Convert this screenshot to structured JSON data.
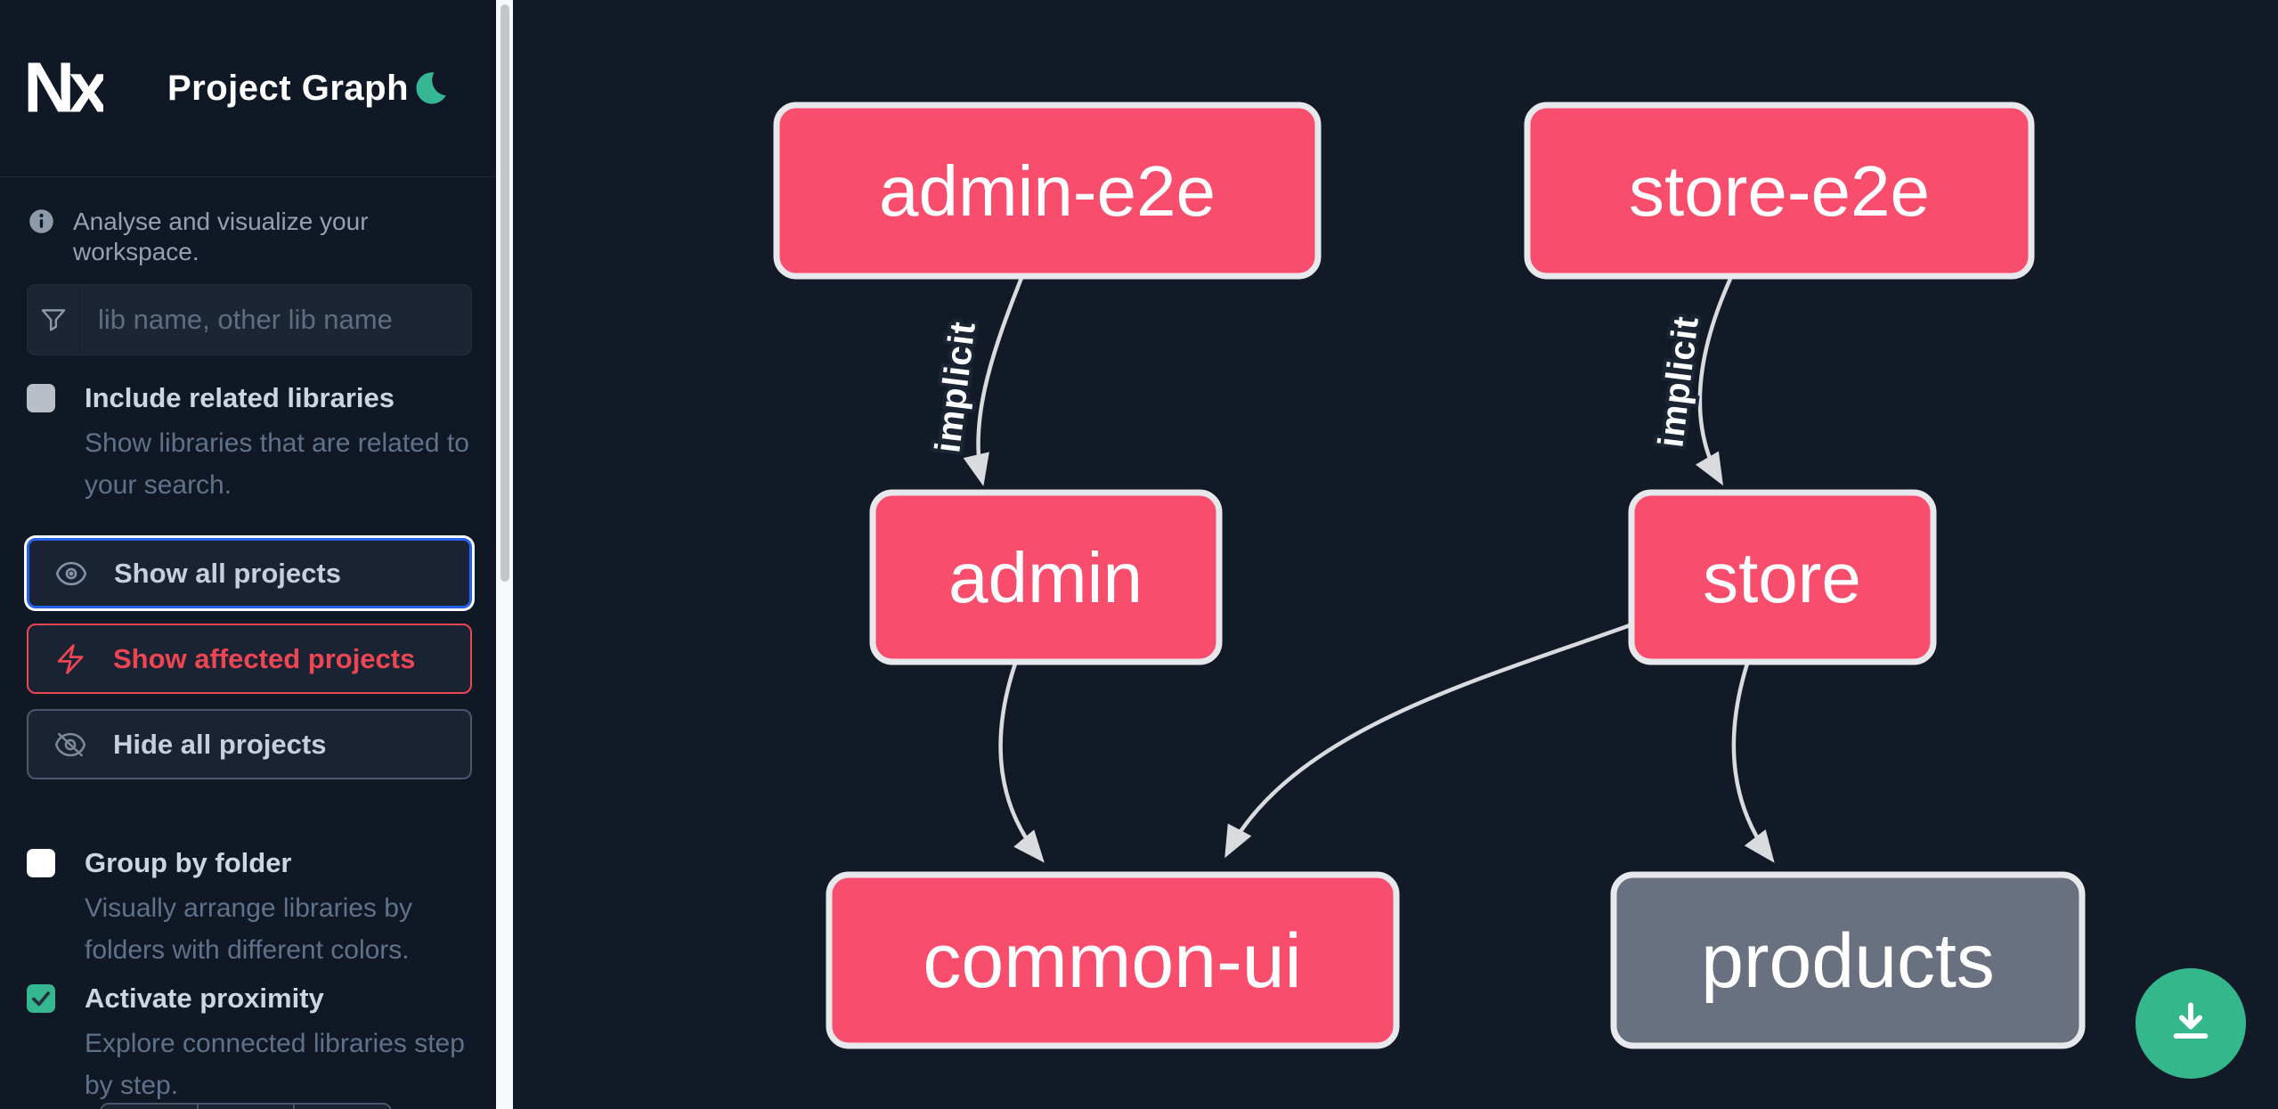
{
  "app": {
    "title": "Project Graph",
    "logo_text": "Nx"
  },
  "sidebar": {
    "subtitle": "Analyse and visualize your workspace.",
    "search": {
      "placeholder": "lib name, other lib name",
      "value": ""
    },
    "options": [
      {
        "label": "Include related libraries",
        "description": "Show libraries that are related to your search.",
        "checked": false
      },
      {
        "label": "Group by folder",
        "description": "Visually arrange libraries by folders with different colors.",
        "checked": false
      },
      {
        "label": "Activate proximity",
        "description": "Explore connected libraries step by step.",
        "checked": true
      }
    ],
    "buttons": [
      {
        "label": "Show all projects",
        "icon": "eye-icon",
        "state": "focused"
      },
      {
        "label": "Show affected projects",
        "icon": "bolt-icon",
        "state": "affected"
      },
      {
        "label": "Hide all projects",
        "icon": "eye-off-icon",
        "state": "default"
      }
    ]
  },
  "graph": {
    "nodes": [
      {
        "id": "admin-e2e",
        "label": "admin-e2e",
        "color": "pink"
      },
      {
        "id": "store-e2e",
        "label": "store-e2e",
        "color": "pink"
      },
      {
        "id": "admin",
        "label": "admin",
        "color": "pink"
      },
      {
        "id": "store",
        "label": "store",
        "color": "pink"
      },
      {
        "id": "common-ui",
        "label": "common-ui",
        "color": "pink"
      },
      {
        "id": "products",
        "label": "products",
        "color": "gray"
      }
    ],
    "edges": [
      {
        "from": "admin-e2e",
        "to": "admin",
        "label": "implicit"
      },
      {
        "from": "store-e2e",
        "to": "store",
        "label": "implicit"
      },
      {
        "from": "admin",
        "to": "common-ui",
        "label": ""
      },
      {
        "from": "store",
        "to": "common-ui",
        "label": ""
      },
      {
        "from": "store",
        "to": "products",
        "label": ""
      }
    ]
  },
  "fab": {
    "icon": "download-icon"
  },
  "colors": {
    "canvas_bg": "#121927",
    "sidebar_bg": "#101826",
    "node_pink": "#f94d6e",
    "node_gray": "#697180",
    "node_border": "#e6e8eb",
    "edge": "#d9dbde",
    "focus_blue": "#2563eb",
    "affected_red": "#ee4553",
    "brand_green": "#35b78c",
    "text_muted": "#60718a"
  }
}
